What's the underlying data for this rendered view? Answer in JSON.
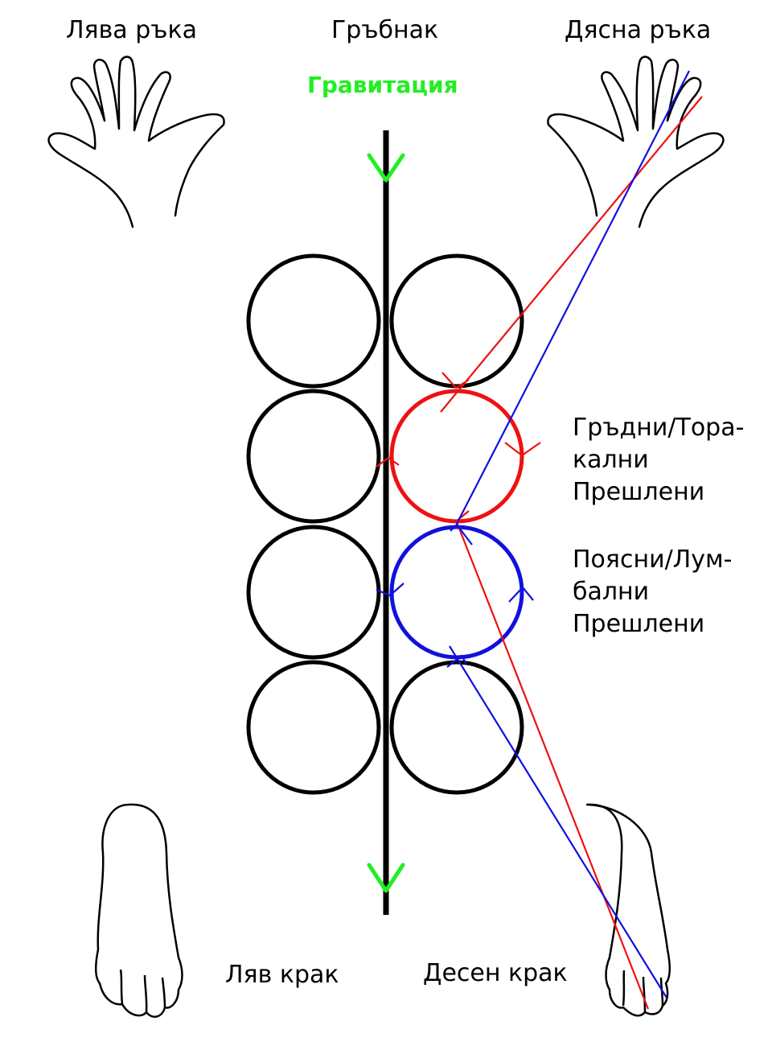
{
  "labels": {
    "left_hand": "Лява ръка",
    "spine": "Гръбнак",
    "right_hand": "Дясна ръка",
    "gravity": "Гравитация",
    "thoracic": [
      "Гръдни/Тора-",
      "кални",
      "Прешлени"
    ],
    "lumbar": [
      "Поясни/Лум-",
      "бални",
      "Прешлени"
    ],
    "left_leg": "Ляв крак",
    "right_leg": "Десен крак"
  },
  "colors": {
    "gravity": "#22ee22",
    "thoracic": "#ee1111",
    "lumbar": "#1111dd",
    "outline": "#000000"
  }
}
